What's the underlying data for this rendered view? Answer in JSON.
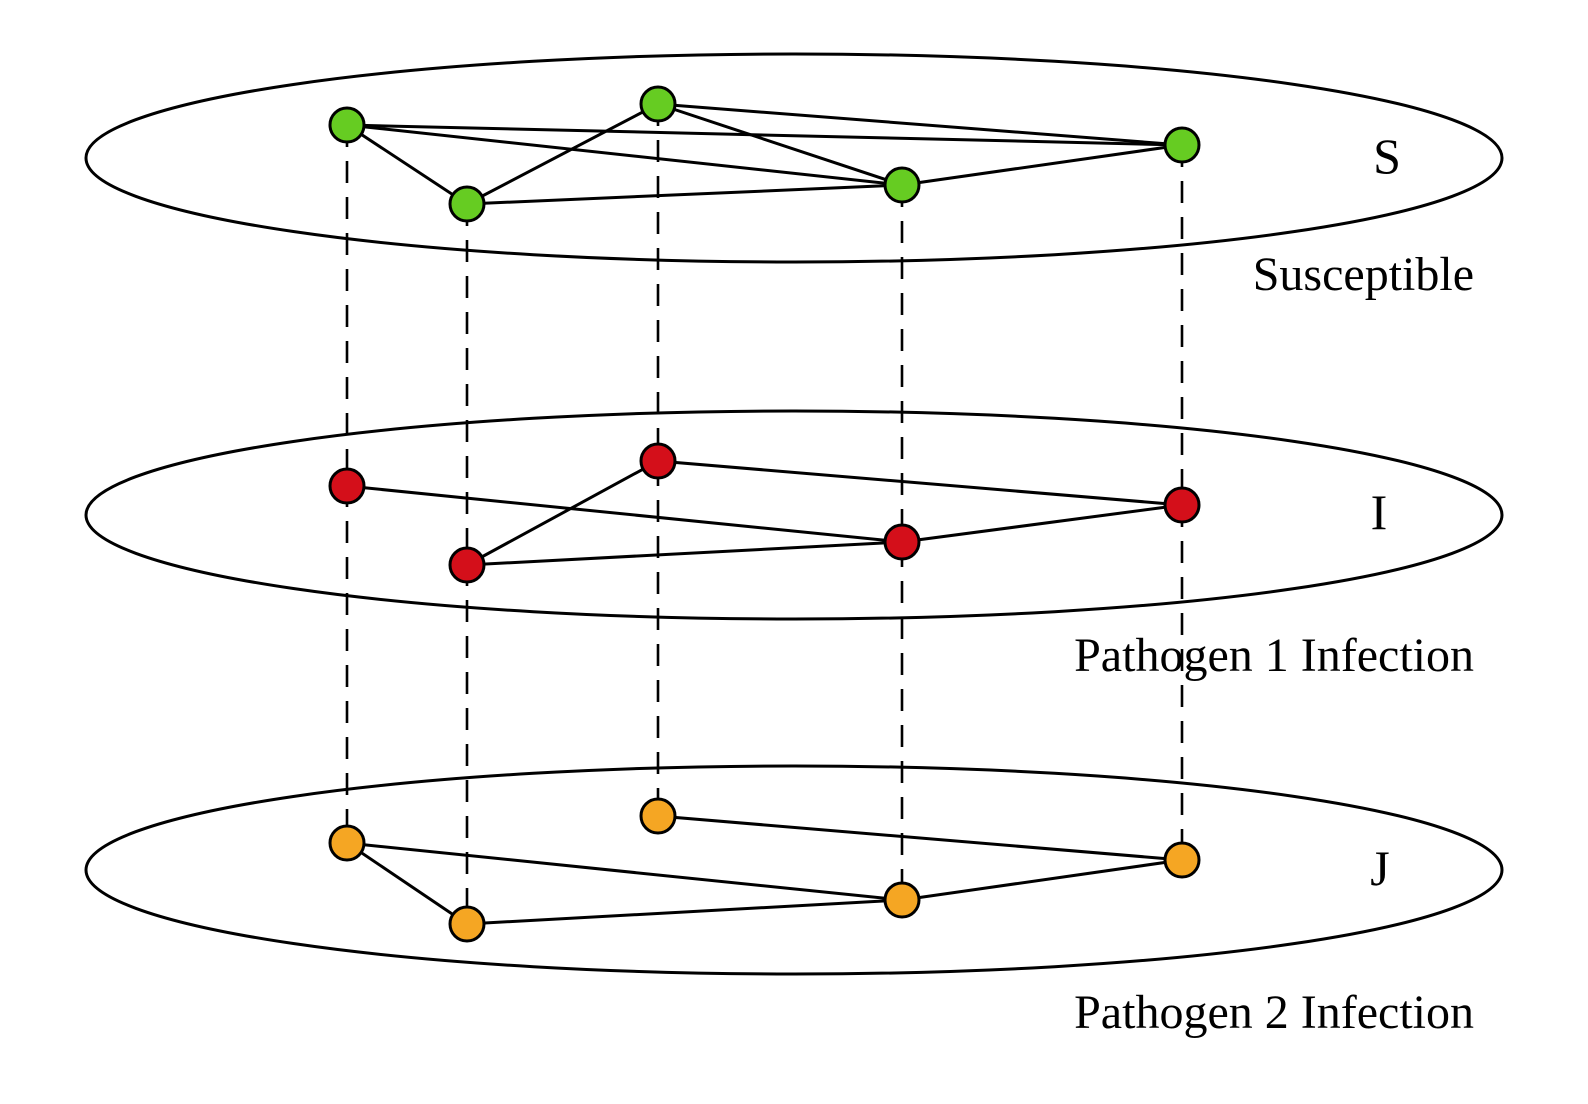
{
  "layers": [
    {
      "id": "s",
      "letter": "S",
      "caption": "Susceptible",
      "color": "#66cc22",
      "nodes": [
        1,
        2,
        3,
        4,
        5,
        6
      ],
      "edges": [
        [
          1,
          2
        ],
        [
          1,
          6
        ],
        [
          1,
          5
        ],
        [
          2,
          3
        ],
        [
          2,
          5
        ],
        [
          3,
          5
        ],
        [
          3,
          6
        ],
        [
          5,
          6
        ]
      ]
    },
    {
      "id": "i",
      "letter": "I",
      "caption": "Pathogen 1 Infection",
      "color": "#d40f1a",
      "nodes": [
        1,
        2,
        3,
        5,
        6
      ],
      "edges": [
        [
          1,
          5
        ],
        [
          2,
          3
        ],
        [
          2,
          5
        ],
        [
          3,
          6
        ],
        [
          5,
          6
        ]
      ]
    },
    {
      "id": "j",
      "letter": "J",
      "caption": "Pathogen 2 Infection",
      "color": "#f5a623",
      "nodes": [
        1,
        2,
        3,
        5,
        6
      ],
      "edges": [
        [
          1,
          2
        ],
        [
          1,
          5
        ],
        [
          2,
          5
        ],
        [
          3,
          6
        ],
        [
          5,
          6
        ]
      ]
    }
  ],
  "interlayer_links": [
    1,
    2,
    3,
    5,
    6
  ]
}
